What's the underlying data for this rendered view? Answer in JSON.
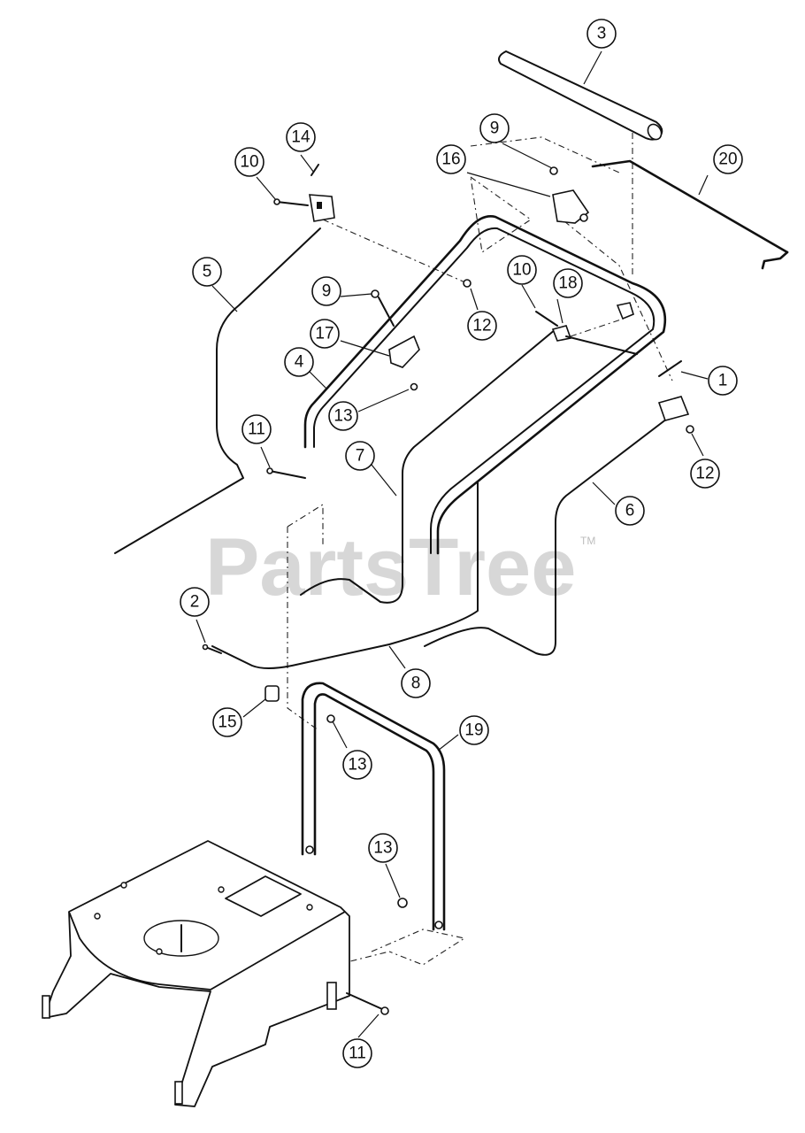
{
  "watermark": {
    "text": "PartsTree",
    "trademark": "TM"
  },
  "callouts": [
    {
      "id": "callout-3",
      "label": "3"
    },
    {
      "id": "callout-14",
      "label": "14"
    },
    {
      "id": "callout-10-left",
      "label": "10"
    },
    {
      "id": "callout-9-top",
      "label": "9"
    },
    {
      "id": "callout-16",
      "label": "16"
    },
    {
      "id": "callout-20",
      "label": "20"
    },
    {
      "id": "callout-5",
      "label": "5"
    },
    {
      "id": "callout-10-right",
      "label": "10"
    },
    {
      "id": "callout-18",
      "label": "18"
    },
    {
      "id": "callout-9-mid",
      "label": "9"
    },
    {
      "id": "callout-12-mid",
      "label": "12"
    },
    {
      "id": "callout-17",
      "label": "17"
    },
    {
      "id": "callout-4",
      "label": "4"
    },
    {
      "id": "callout-1",
      "label": "1"
    },
    {
      "id": "callout-13-upper",
      "label": "13"
    },
    {
      "id": "callout-11-upper",
      "label": "11"
    },
    {
      "id": "callout-7",
      "label": "7"
    },
    {
      "id": "callout-12-right",
      "label": "12"
    },
    {
      "id": "callout-6",
      "label": "6"
    },
    {
      "id": "callout-2",
      "label": "2"
    },
    {
      "id": "callout-8",
      "label": "8"
    },
    {
      "id": "callout-15",
      "label": "15"
    },
    {
      "id": "callout-19",
      "label": "19"
    },
    {
      "id": "callout-13-mid",
      "label": "13"
    },
    {
      "id": "callout-13-lower",
      "label": "13"
    },
    {
      "id": "callout-11-lower",
      "label": "11"
    }
  ]
}
